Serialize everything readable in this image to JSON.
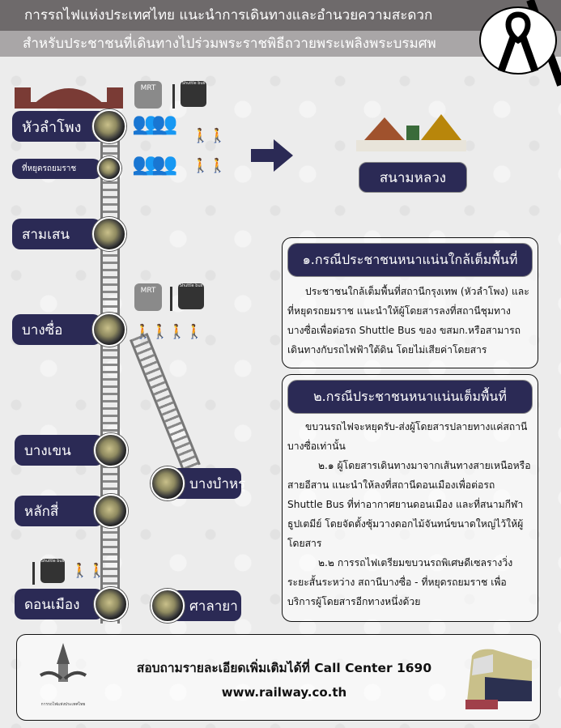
{
  "header": {
    "line1": "การรถไฟแห่งประเทศไทย แนะนำการเดินทางและอำนวยความสะดวก",
    "line2": "สำหรับประชาชนที่เดินทางไปร่วมพระราชพิธีถวายพระเพลิงพระบรมศพ"
  },
  "icons": {
    "mrt_label": "MRT",
    "bus_label": "Shuttle bus"
  },
  "stations": {
    "hua_lamphong": "หัวลำโพง",
    "yommarat": "ที่หยุดรถยมราช",
    "sam_sen": "สามเสน",
    "bang_sue": "บางซื่อ",
    "bang_khen": "บางเขน",
    "lak_si": "หลักสี่",
    "don_mueang": "ดอนเมือง",
    "bang_bamru": "บางบำหรุ",
    "sala_ya": "ศาลายา"
  },
  "destination": "สนามหลวง",
  "case1": {
    "title": "๑.กรณีประชาชนหนาแน่นใกล้เต็มพื้นที่",
    "text": "ประชาชนใกล้เต็มพื้นที่สถานีกรุงเทพ (หัวลำโพง) และที่หยุดรถยมราช แนะนำให้ผู้โดยสารลงที่สถานีชุมทางบางซื่อเพื่อต่อรถ Shuttle Bus ของ ขสมก.หรือสามารถเดินทางกับรถไฟฟ้าใต้ดิน โดยไม่เสียค่าโดยสาร"
  },
  "case2": {
    "title": "๒.กรณีประชาชนหนาแน่นเต็มพื้นที่",
    "intro": "ขบวนรถไฟจะหยุดรับ-ส่งผู้โดยสารปลายทางแค่สถานีบางซื่อเท่านั้น",
    "item1": "๒.๑ ผู้โดยสารเดินทางมาจากเส้นทางสายเหนือหรือสายอีสาน แนะนำให้ลงที่สถานีดอนเมืองเพื่อต่อรถ Shuttle Bus ที่ท่าอากาศยานดอนเมือง และที่สนามกีฬาธูปเตมีย์ โดยจัดตั้งซุ้มวางดอกไม้จันทน์ขนาดใหญ่ไว้ให้ผู้โดยสาร",
    "item2": "๒.๒ การรถไฟเตรียมขบวนรถพิเศษดีเซลรางวิ่งระยะสั้นระหว่าง สถานีบางซื่อ - ที่หยุดรถยมราช เพื่อบริการผู้โดยสารอีกทางหนึ่งด้วย"
  },
  "footer": {
    "contact": "สอบถามรายละเอียดเพิ่มเติมได้ที่ Call Center 1690",
    "website": "www.railway.co.th",
    "logo_text": "การรถไฟแห่งประเทศไทย"
  },
  "colors": {
    "navy": "#2b2a55",
    "band_dark": "#6e6a6b",
    "band_light": "#a9a6a7",
    "station_brown": "#7a3b35"
  }
}
